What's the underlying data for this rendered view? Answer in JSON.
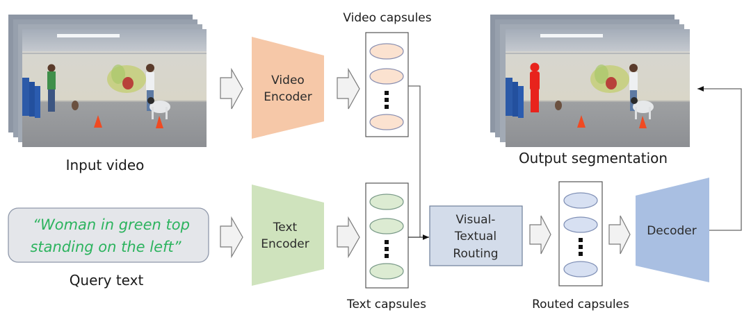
{
  "diagram": {
    "input_video": {
      "caption": "Input video",
      "frames": 4
    },
    "output_segmentation": {
      "caption": "Output segmentation",
      "frames": 4,
      "highlight_color": "#e8231c"
    },
    "query": {
      "line1": "“Woman in green top",
      "line2": "standing on the left”",
      "caption": "Query text",
      "text_color": "#2cb35e",
      "box_fill": "#e4e6ea"
    },
    "video_encoder": {
      "line1": "Video",
      "line2": "Encoder",
      "fill": "#f6c8a8"
    },
    "text_encoder": {
      "line1": "Text",
      "line2": "Encoder",
      "fill": "#cfe3bd"
    },
    "video_capsules": {
      "title": "Video capsules",
      "fill": "#fbe2d0",
      "stroke": "#8a8fb0",
      "ellipsis": "⋮"
    },
    "text_capsules": {
      "title": "Text capsules",
      "fill": "#dcebd2",
      "stroke": "#7a9a88"
    },
    "routing": {
      "line1": "Visual-",
      "line2": "Textual",
      "line3": "Routing",
      "fill": "#d3dcea",
      "stroke": "#6f7f99"
    },
    "routed_capsules": {
      "title": "Routed capsules",
      "fill": "#d7e0f2",
      "stroke": "#7f8fb5"
    },
    "decoder": {
      "label": "Decoder",
      "fill": "#a9bfe2"
    }
  }
}
